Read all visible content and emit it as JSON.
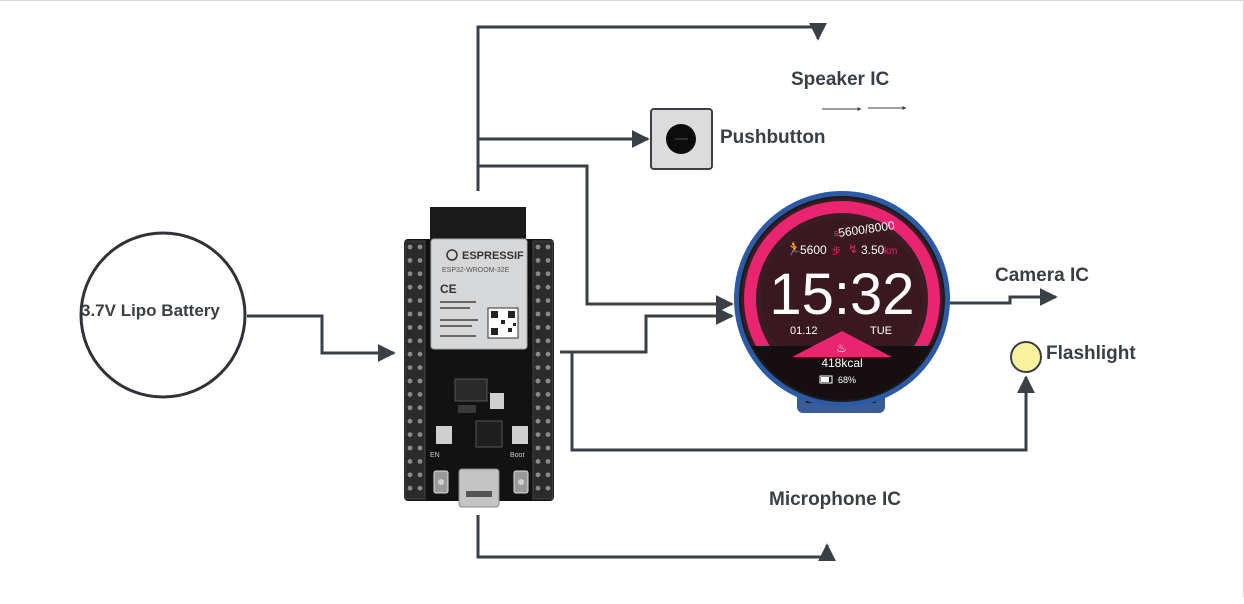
{
  "labels": {
    "battery": "3.7V Lipo Battery",
    "speaker": "Speaker IC",
    "pushbutton": "Pushbutton",
    "camera": "Camera IC",
    "flashlight": "Flashlight",
    "microphone": "Microphone IC"
  },
  "board": {
    "brand": "ESPRESSIF",
    "module": "ESP32-WROOM-32E",
    "boot_label": "Boot",
    "en_label": "EN"
  },
  "watch": {
    "steps_goal": "5600/8000",
    "steps": "5600",
    "steps_unit": "步",
    "distance": "3.50",
    "distance_unit": "km",
    "time": "15:32",
    "date": "01.12",
    "weekday": "TUE",
    "calories": "418kcal",
    "battery": "68%"
  },
  "colors": {
    "line": "#3b4047",
    "watch_accent": "#e8256e",
    "flashlight": "#fbf2a0"
  }
}
